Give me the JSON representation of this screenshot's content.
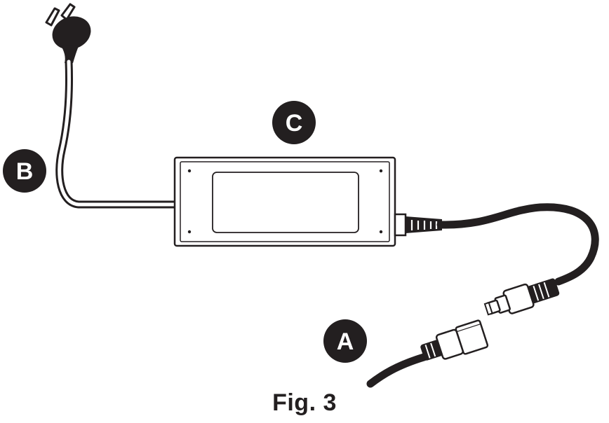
{
  "diagram": {
    "callouts": {
      "a": "A",
      "b": "B",
      "c": "C"
    },
    "caption": "Fig. 3"
  },
  "colors": {
    "ink": "#231f20",
    "paper": "#ffffff"
  }
}
